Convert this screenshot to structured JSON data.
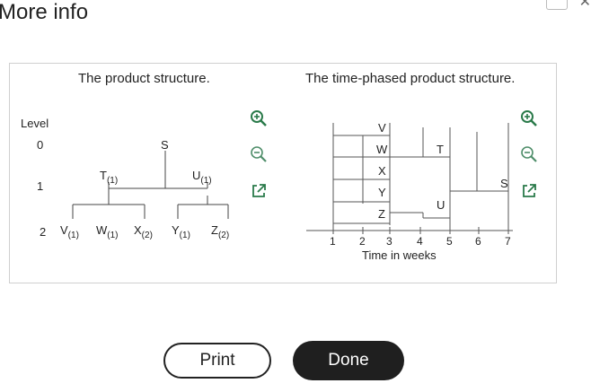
{
  "dialog": {
    "title": "More info",
    "print_label": "Print",
    "done_label": "Done"
  },
  "left_figure": {
    "caption": "The product structure.",
    "level_header": "Level",
    "levels": [
      "0",
      "1",
      "2"
    ],
    "root": "S",
    "level1": [
      {
        "name": "T",
        "qty": "(1)"
      },
      {
        "name": "U",
        "qty": "(1)"
      }
    ],
    "level2": [
      {
        "name": "V",
        "qty": "(1)"
      },
      {
        "name": "W",
        "qty": "(1)"
      },
      {
        "name": "X",
        "qty": "(2)"
      },
      {
        "name": "Y",
        "qty": "(1)"
      },
      {
        "name": "Z",
        "qty": "(2)"
      }
    ]
  },
  "right_figure": {
    "caption": "The time-phased product structure.",
    "axis_label": "Time in weeks",
    "weeks": [
      "1",
      "2",
      "3",
      "4",
      "5",
      "6",
      "7"
    ],
    "items": {
      "v": "V",
      "w": "W",
      "x": "X",
      "y": "Y",
      "z": "Z",
      "t": "T",
      "u": "U",
      "s": "S"
    }
  },
  "icons": [
    "zoom-in-icon",
    "zoom-out-icon",
    "open-external-icon"
  ]
}
